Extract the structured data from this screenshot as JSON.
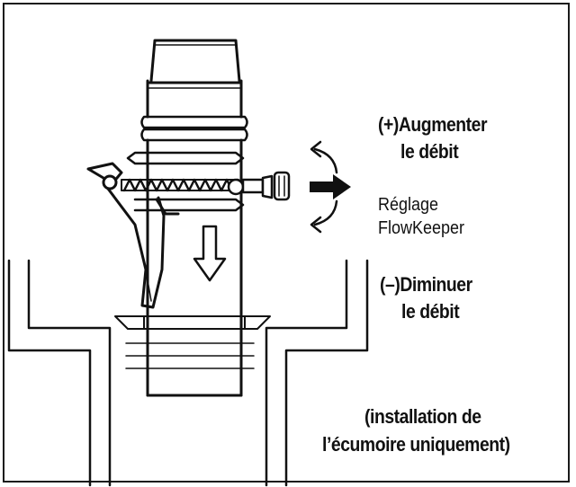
{
  "labels": {
    "increase_line1": "(+)Augmenter",
    "increase_line2": "le débit",
    "adjust_line1": "Réglage",
    "adjust_line2": "FlowKeeper",
    "decrease_line1": "(–)Diminuer",
    "decrease_line2": "le débit",
    "note_line1": "(installation de",
    "note_line2": "l’écumoire uniquement)"
  },
  "colors": {
    "ink": "#111111",
    "background": "#ffffff"
  }
}
